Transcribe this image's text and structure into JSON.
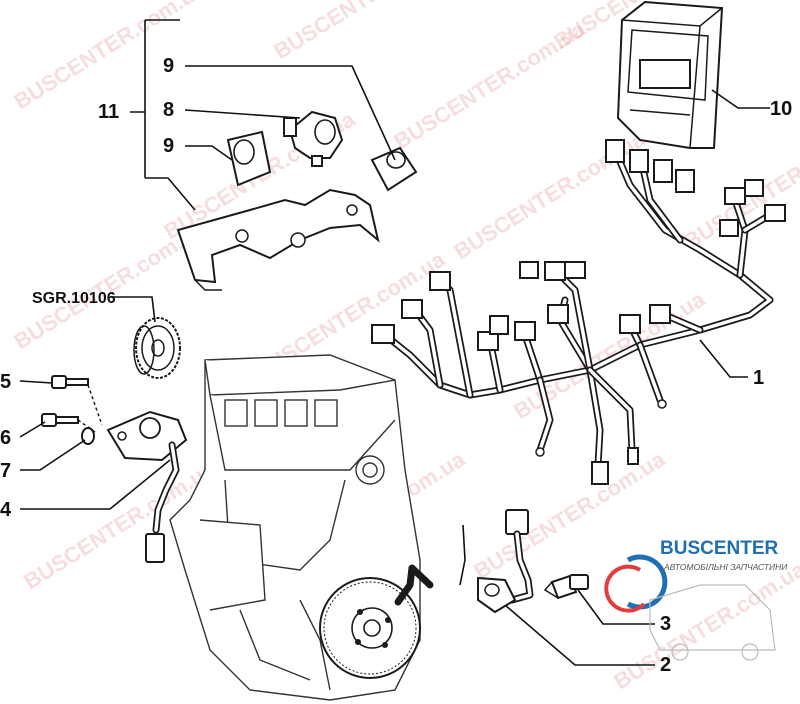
{
  "callouts": {
    "c1": "1",
    "c2": "2",
    "c3": "3",
    "c4": "4",
    "c5": "5",
    "c6": "6",
    "c7": "7",
    "c8": "8",
    "c9a": "9",
    "c9b": "9",
    "c10": "10",
    "c11": "11",
    "sgr": "SGR.10106"
  },
  "logo": {
    "name": "BUSCENTER",
    "subtitle": "АВТОМОБІЛЬНІ ЗАПЧАСТИНИ",
    "brand_color": "#1f6fb2",
    "accent_color": "#e23c3c"
  },
  "watermark": {
    "text": "BUSCENTER.com.ua",
    "color": "#e58a8a"
  }
}
